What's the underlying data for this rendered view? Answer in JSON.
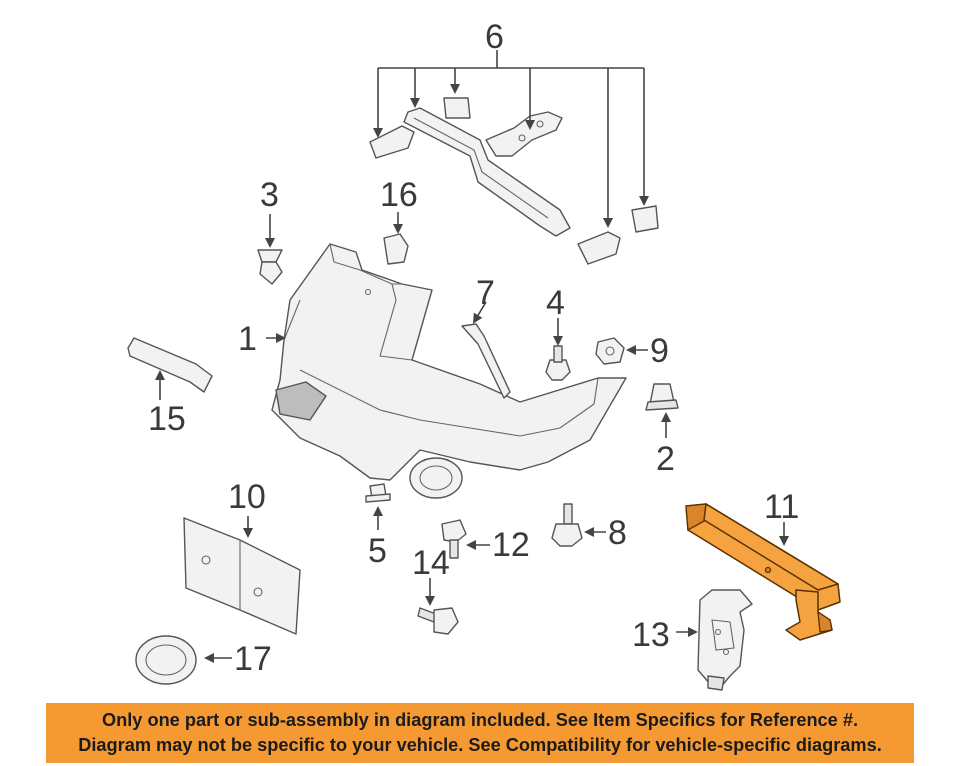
{
  "callouts": {
    "c1": "1",
    "c2": "2",
    "c3": "3",
    "c4": "4",
    "c5": "5",
    "c6": "6",
    "c7": "7",
    "c8": "8",
    "c9": "9",
    "c10": "10",
    "c11": "11",
    "c12": "12",
    "c13": "13",
    "c14": "14",
    "c15": "15",
    "c16": "16",
    "c17": "17"
  },
  "highlighted_part": "11",
  "colors": {
    "highlight": "#f4a340",
    "banner": "#f59a33"
  },
  "footer": {
    "line1": "Only one part or sub-assembly in diagram included. See Item Specifics for Reference #.",
    "line2": "Diagram may not be specific to your vehicle. See Compatibility for vehicle-specific diagrams."
  }
}
